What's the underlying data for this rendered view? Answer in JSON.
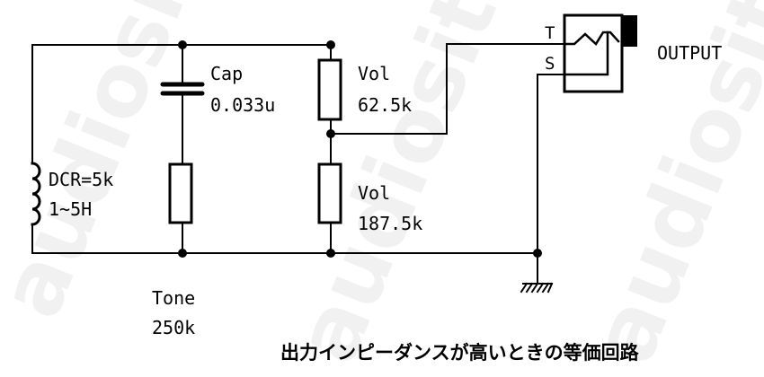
{
  "watermark": "audiosite.jp",
  "caption": "出力インピーダンスが高いときの等価回路",
  "pickup": {
    "dcr": "DCR=5k",
    "inductance": "1~5H"
  },
  "cap": {
    "name": "Cap",
    "value": "0.033u"
  },
  "tone": {
    "name": "Tone",
    "value": "250k"
  },
  "vol_top": {
    "name": "Vol",
    "value": "62.5k"
  },
  "vol_bottom": {
    "name": "Vol",
    "value": "187.5k"
  },
  "jack": {
    "label": "OUTPUT",
    "tip": "T",
    "sleeve": "S"
  }
}
